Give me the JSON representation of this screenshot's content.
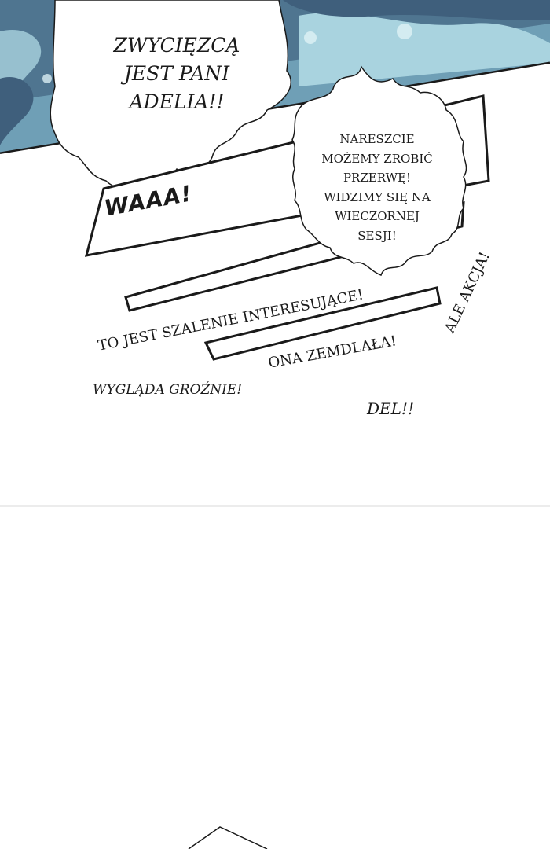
{
  "colors": {
    "background": "#ffffff",
    "ink": "#1a1a1a",
    "sky_dark": "#3f5f7c",
    "sky_mid": "#6f9fb6",
    "sky_light": "#a9d3df"
  },
  "panel_top": {
    "speech_bubble_lines": [
      "ZWYCIĘZCĄ",
      "JEST PANI",
      "ADELIA!!"
    ],
    "burst_bubble_lines": [
      "NARESZCIE",
      "MOŻEMY ZROBIĆ",
      "PRZERWĘ!",
      "WIDZIMY SIĘ NA",
      "WIECZORNEJ",
      "SESJI!"
    ],
    "sfx": "WAAA!",
    "crowd": {
      "szalenie": "TO JEST SZALENIE INTERESUJĄCE!",
      "zemdlala": "ONA ZEMDLAŁA!",
      "akcja": "ALE AKCJA!",
      "grozne": "WYGLĄDA GROŹNIE!",
      "del": "DEL!!"
    }
  }
}
